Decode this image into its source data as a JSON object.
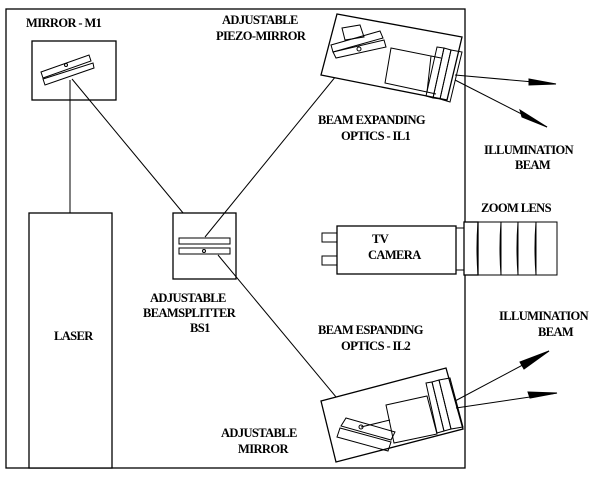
{
  "diagram": {
    "type": "optical-setup-schematic",
    "labels": {
      "mirror_m1": "MIRROR - M1",
      "piezo_mirror_line1": "ADJUSTABLE",
      "piezo_mirror_line2": "PIEZO-MIRROR",
      "il1_line1": "BEAM EXPANDING",
      "il1_line2": "OPTICS - IL1",
      "illum1_line1": "ILLUMINATION",
      "illum1_line2": "BEAM",
      "zoom_lens": "ZOOM LENS",
      "camera_line1": "TV",
      "camera_line2": "CAMERA",
      "laser": "LASER",
      "bs_line1": "ADJUSTABLE",
      "bs_line2": "BEAMSPLITTER",
      "bs_line3": "BS1",
      "il2_line1": "BEAM ESPANDING",
      "il2_line2": "OPTICS - IL2",
      "illum2_line1": "ILLUMINATION",
      "illum2_line2": "BEAM",
      "adj_mirror_line1": "ADJUSTABLE",
      "adj_mirror_line2": "MIRROR"
    },
    "components": [
      "Laser",
      "Mirror M1",
      "Adjustable Beamsplitter BS1",
      "Adjustable Piezo-Mirror",
      "Beam Expanding Optics IL1",
      "Beam Expanding Optics IL2",
      "Adjustable Mirror",
      "TV Camera",
      "Zoom Lens"
    ],
    "connections": [
      {
        "from": "Laser",
        "to": "Mirror M1"
      },
      {
        "from": "Mirror M1",
        "to": "Adjustable Beamsplitter BS1"
      },
      {
        "from": "Adjustable Beamsplitter BS1",
        "to": "Adjustable Piezo-Mirror"
      },
      {
        "from": "Adjustable Beamsplitter BS1",
        "to": "Adjustable Mirror"
      },
      {
        "from": "Beam Expanding Optics IL1",
        "to": "Illumination Beam 1"
      },
      {
        "from": "Beam Expanding Optics IL2",
        "to": "Illumination Beam 2"
      }
    ]
  }
}
